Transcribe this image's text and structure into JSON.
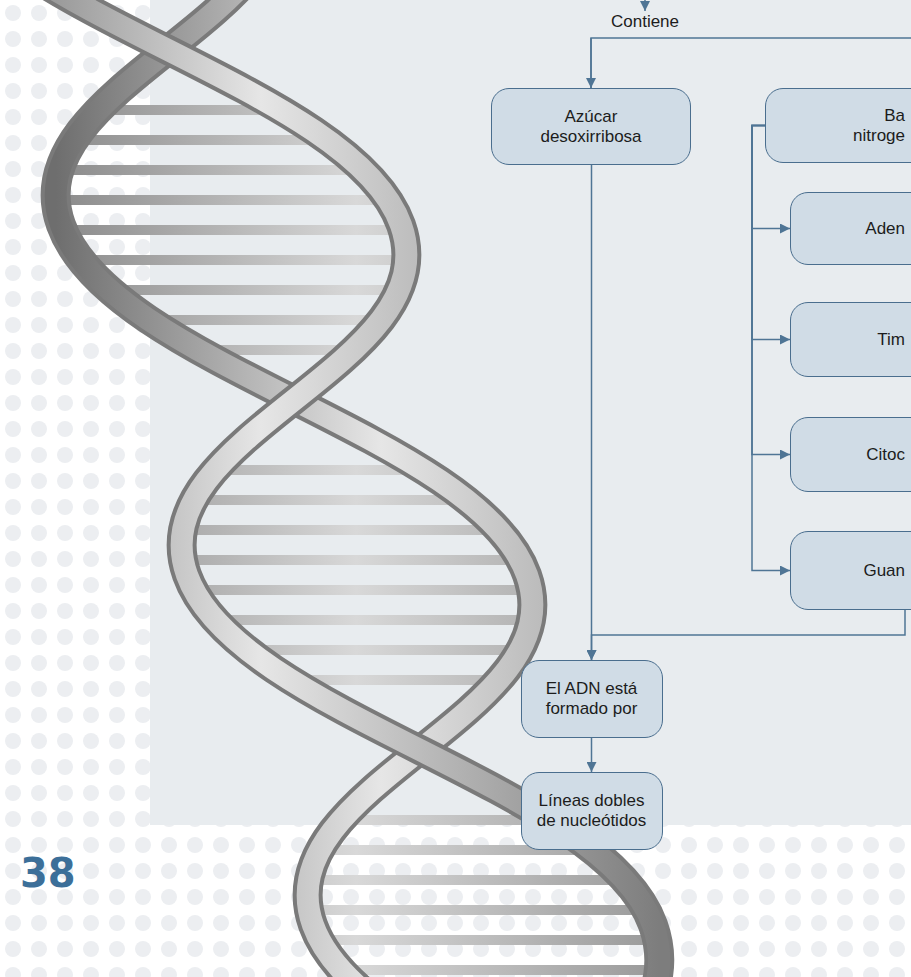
{
  "diagram": {
    "nodes": [
      {
        "text": [
          "Azúcar desoxirribosa"
        ]
      },
      {
        "text": [
          "Ba nitroge"
        ]
      },
      {
        "text": [
          "Aden"
        ]
      },
      {
        "text": [
          "Tim"
        ]
      },
      {
        "text": [
          "Citoc"
        ]
      },
      {
        "text": [
          "Guan"
        ]
      },
      {
        "text": [
          "El ADN está formado por"
        ]
      },
      {
        "text": [
          "Líneas dobles de nucleótidos"
        ]
      }
    ],
    "edges": [
      {
        "from": 1,
        "to": 2,
        "arrow": "to"
      },
      {
        "from": 1,
        "to": 3,
        "arrow": "to"
      },
      {
        "from": 1,
        "to": 4,
        "arrow": "to"
      },
      {
        "from": 1,
        "to": 5,
        "arrow": "to"
      },
      {
        "from": 0,
        "to": 6,
        "arrow": "to"
      },
      {
        "from": 5,
        "to": 6,
        "arrow": "to"
      },
      {
        "from": 6,
        "to": 7,
        "arrow": "to"
      }
    ],
    "labels": [
      "Contiene",
      "38"
    ]
  }
}
